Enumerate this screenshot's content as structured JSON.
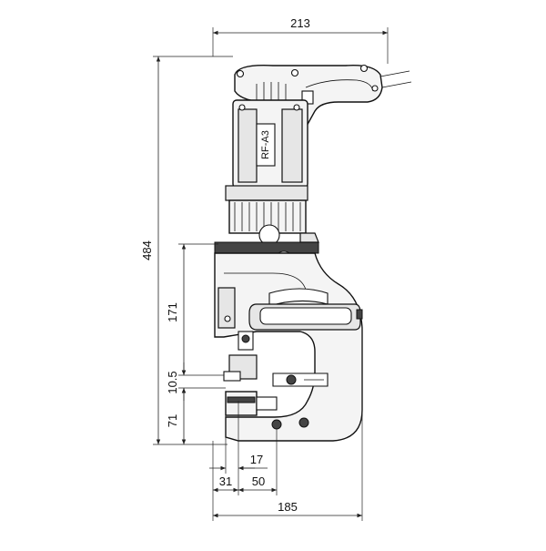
{
  "model_label": "RF-A3",
  "dimensions": {
    "top_width": "213",
    "total_height": "484",
    "upper_height": "171",
    "gap_height": "10.5",
    "lower_height": "71",
    "offset_17": "17",
    "offset_31": "31",
    "offset_50": "50",
    "bottom_width": "185"
  },
  "colors": {
    "line": "#111111",
    "fill_light": "#f4f4f4",
    "fill_mid": "#e6e6e6",
    "fill_dark": "#444444"
  }
}
